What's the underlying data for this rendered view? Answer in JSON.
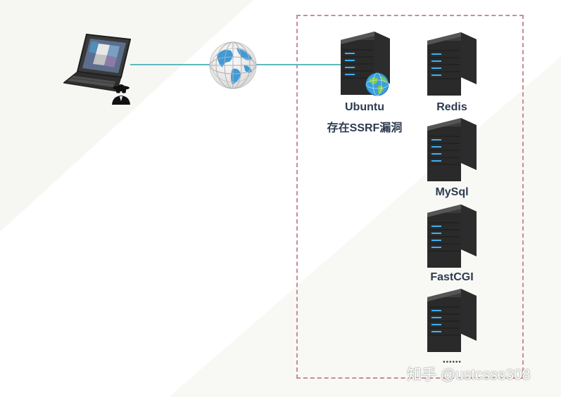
{
  "nodes": {
    "ubuntu": {
      "name": "Ubuntu",
      "note": "存在SSRF漏洞"
    },
    "redis": {
      "name": "Redis"
    },
    "mysql": {
      "name": "MySql"
    },
    "fastcgi": {
      "name": "FastCGI"
    },
    "more": {
      "name": "......"
    }
  },
  "icons": [
    "laptop-icon",
    "hacker-icon",
    "globe-icon",
    "server-icon",
    "small-globe-icon"
  ],
  "watermark": "知乎 @ustcsse308",
  "colors": {
    "link": "#5fb8c0",
    "dashed_border": "#c98c96",
    "label": "#2d3b4f",
    "server_led": "#3fb0f0"
  }
}
